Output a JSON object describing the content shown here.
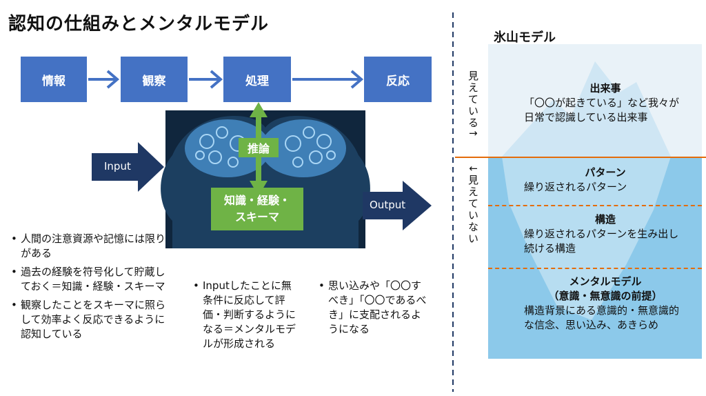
{
  "title": "認知の仕組みとメンタルモデル",
  "flow": {
    "boxes": [
      "情報",
      "観察",
      "処理",
      "反応"
    ]
  },
  "head": {
    "input_label": "Input",
    "output_label": "Output",
    "inference_label": "推論",
    "knowledge_label_1": "知識・経験・",
    "knowledge_label_2": "スキーマ"
  },
  "bullets_left": [
    "人間の注意資源や記憶には限りがある",
    "過去の経験を符号化して貯蔵しておく＝知識・経験・スキーマ",
    "観察したことをスキーマに照らして効率よく反応できるように認知している"
  ],
  "bullets_middle": [
    "Inputしたことに無条件に反応して評価・判断するようになる＝メンタルモデルが形成される"
  ],
  "bullets_right": [
    "思い込みや「〇〇すべき」「〇〇であるべき」に支配されるようになる"
  ],
  "iceberg": {
    "title": "氷山モデル",
    "visible_label": "見えている↑",
    "invisible_label": "↓見えていない",
    "layers": [
      {
        "heading": "出来事",
        "text": "「〇〇が起きている」など我々が日常で認識している出来事"
      },
      {
        "heading": "パターン",
        "text": "繰り返されるパターン"
      },
      {
        "heading": "構造",
        "text": "繰り返されるパターンを生み出し続ける構造"
      },
      {
        "heading": "メンタルモデル",
        "subheading": "（意識・無意識の前提）",
        "text": "構造背景にある意識的・無意識的な信念、思い込み、あきらめ"
      }
    ]
  },
  "colors": {
    "flow_box": "#4472c4",
    "arrow_blue": "#4472c4",
    "input_arrow": "#1f3864",
    "green": "#6fb346",
    "waterline": "#e46c0a",
    "ice_top": "#e9f2f8",
    "water": "#8cc9ea"
  }
}
